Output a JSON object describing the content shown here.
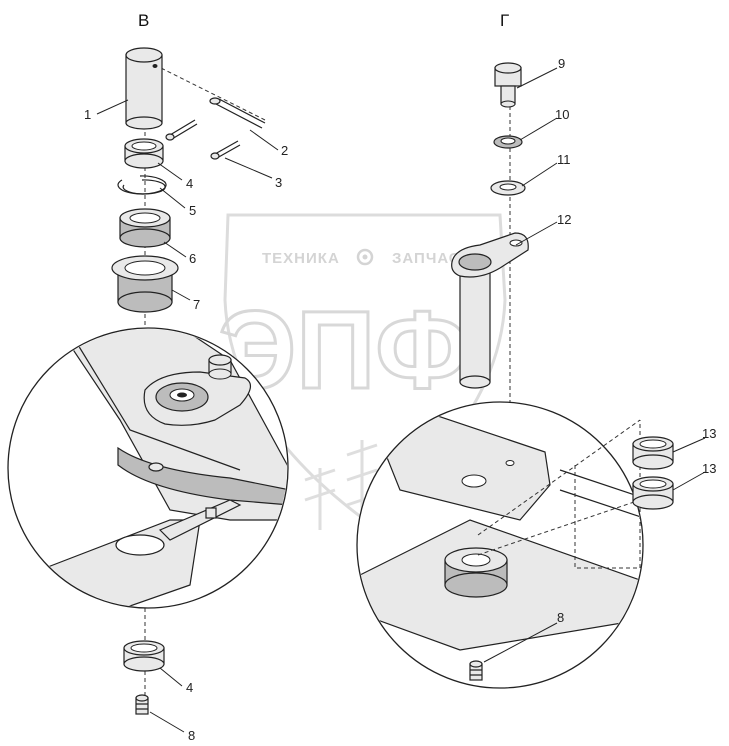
{
  "views": {
    "left": "В",
    "right": "Г"
  },
  "watermark": {
    "text": "ТЕХНИКА",
    "text2": "ЗАПЧАСТИ",
    "big": "ЭПФ"
  },
  "callouts": {
    "c1": "1",
    "c2": "2",
    "c3": "3",
    "c4a": "4",
    "c5": "5",
    "c6": "6",
    "c7": "7",
    "c4b": "4",
    "c8a": "8",
    "c9": "9",
    "c10": "10",
    "c11": "11",
    "c12": "12",
    "c13a": "13",
    "c13b": "13",
    "c8b": "8"
  }
}
